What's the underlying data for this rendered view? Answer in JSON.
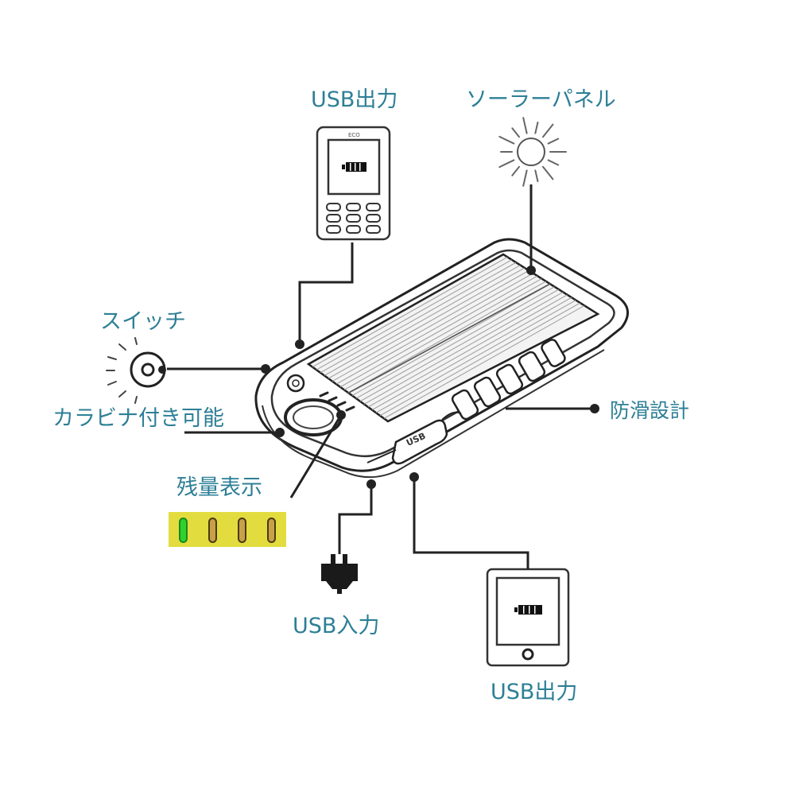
{
  "labels": {
    "usb_output_top": "USB出力",
    "solar_panel": "ソーラーパネル",
    "switch": "スイッチ",
    "carabiner": "カラビナ付き可能",
    "anti_slip": "防滑設計",
    "battery_level": "残量表示",
    "usb_input": "USB入力",
    "usb_output_bottom": "USB出力"
  },
  "device": {
    "port_label": "USB",
    "phone_brand": "ECO"
  },
  "indicator": {
    "lit_count": 1,
    "total": 4,
    "lit_color": "#2fd12f",
    "panel_color": "#e3dc3f"
  },
  "colors": {
    "label_text": "#2d7f96",
    "line": "#222222"
  }
}
